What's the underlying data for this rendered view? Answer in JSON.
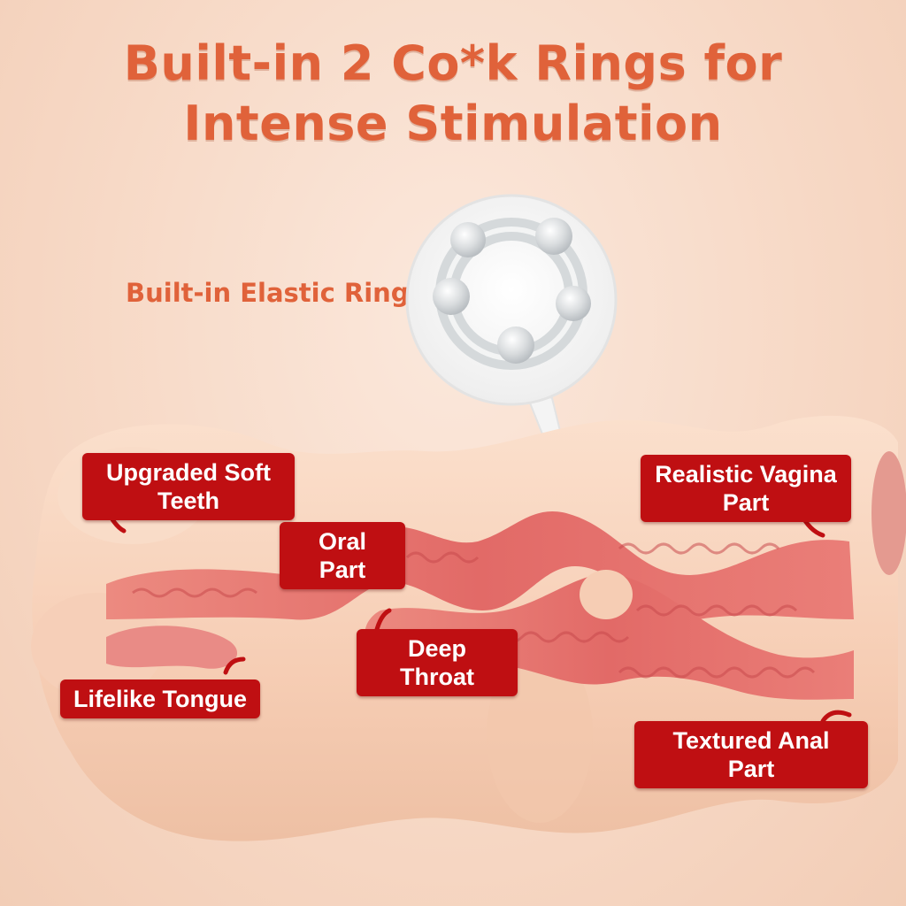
{
  "headline": {
    "line1": "Built-in 2 Co*k Rings for",
    "line2": "Intense Stimulation"
  },
  "ring_label": "Built-in Elastic Ring",
  "callouts": {
    "upgraded_soft_teeth": {
      "line1": "Upgraded Soft",
      "line2": "Teeth"
    },
    "oral_part": "Oral Part",
    "realistic_vagina_part": {
      "line1": "Realistic Vagina",
      "line2": "Part"
    },
    "deep_throat": "Deep Throat",
    "lifelike_tongue": "Lifelike Tongue",
    "textured_anal_part": "Textured Anal Part"
  },
  "colors": {
    "headline": "#e0623a",
    "tag_background": "#bf0f12",
    "tag_text": "#ffffff",
    "product_skin": "#f6cdb4",
    "inner_texture": "#e26a67"
  }
}
